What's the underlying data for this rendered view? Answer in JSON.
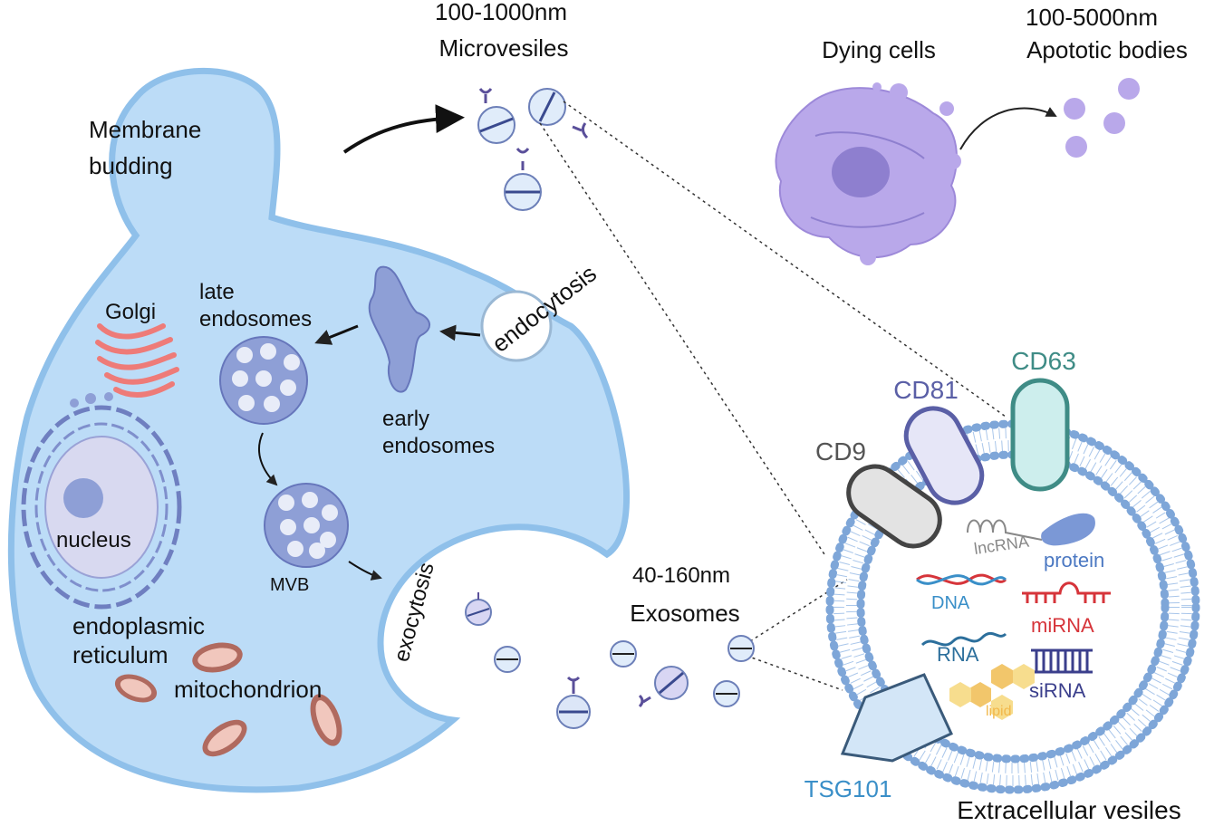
{
  "labels": {
    "microvesicles_size": "100-1000nm",
    "microvesicles": "Microvesiles",
    "apoptotic_size": "100-5000nm",
    "apoptotic_bodies": "Apototic bodies",
    "dying_cells": "Dying cells",
    "membrane": "Membrane",
    "budding": "budding",
    "late": "late",
    "endosomes_late": "endosomes",
    "golgi": "Golgi",
    "endocytosis": "endocytosis",
    "early": "early",
    "endosomes_early": "endosomes",
    "nucleus": "nucleus",
    "mvb": "MVB",
    "exocytosis": "exocytosis",
    "exosomes_size": "40-160nm",
    "exosomes": "Exosomes",
    "er_1": "endoplasmic",
    "er_2": "reticulum",
    "mitochondrion": "mitochondrion",
    "cd63": "CD63",
    "cd81": "CD81",
    "cd9": "CD9",
    "lncrna": "lncRNA",
    "protein": "protein",
    "dna": "DNA",
    "mirna": "miRNA",
    "rna": "RNA",
    "sirna": "siRNA",
    "lipid": "lipid",
    "tsg101": "TSG101",
    "extracellular_vesicles": "Extracellular vesiles"
  },
  "colors": {
    "cell_fill": "#bcdcf7",
    "cell_stroke": "#8fc0ea",
    "organelle": "#8e9fd6",
    "organelle_dark": "#5f6fb3",
    "apoptotic": "#b9a8ea",
    "golgi": "#ee7b78",
    "mito": "#b06a5f",
    "cd63": "#3f8c86",
    "cd81": "#5a5fa6",
    "cd9": "#555555",
    "protein": "#4b78c2",
    "dna": "#3a8fc8",
    "mirna": "#d6343a",
    "rna": "#2c6f9c",
    "sirna": "#3b3f8c",
    "lipid": "#f2b84b",
    "tsg101": "#3a8fc8",
    "lncrna": "#888888"
  }
}
